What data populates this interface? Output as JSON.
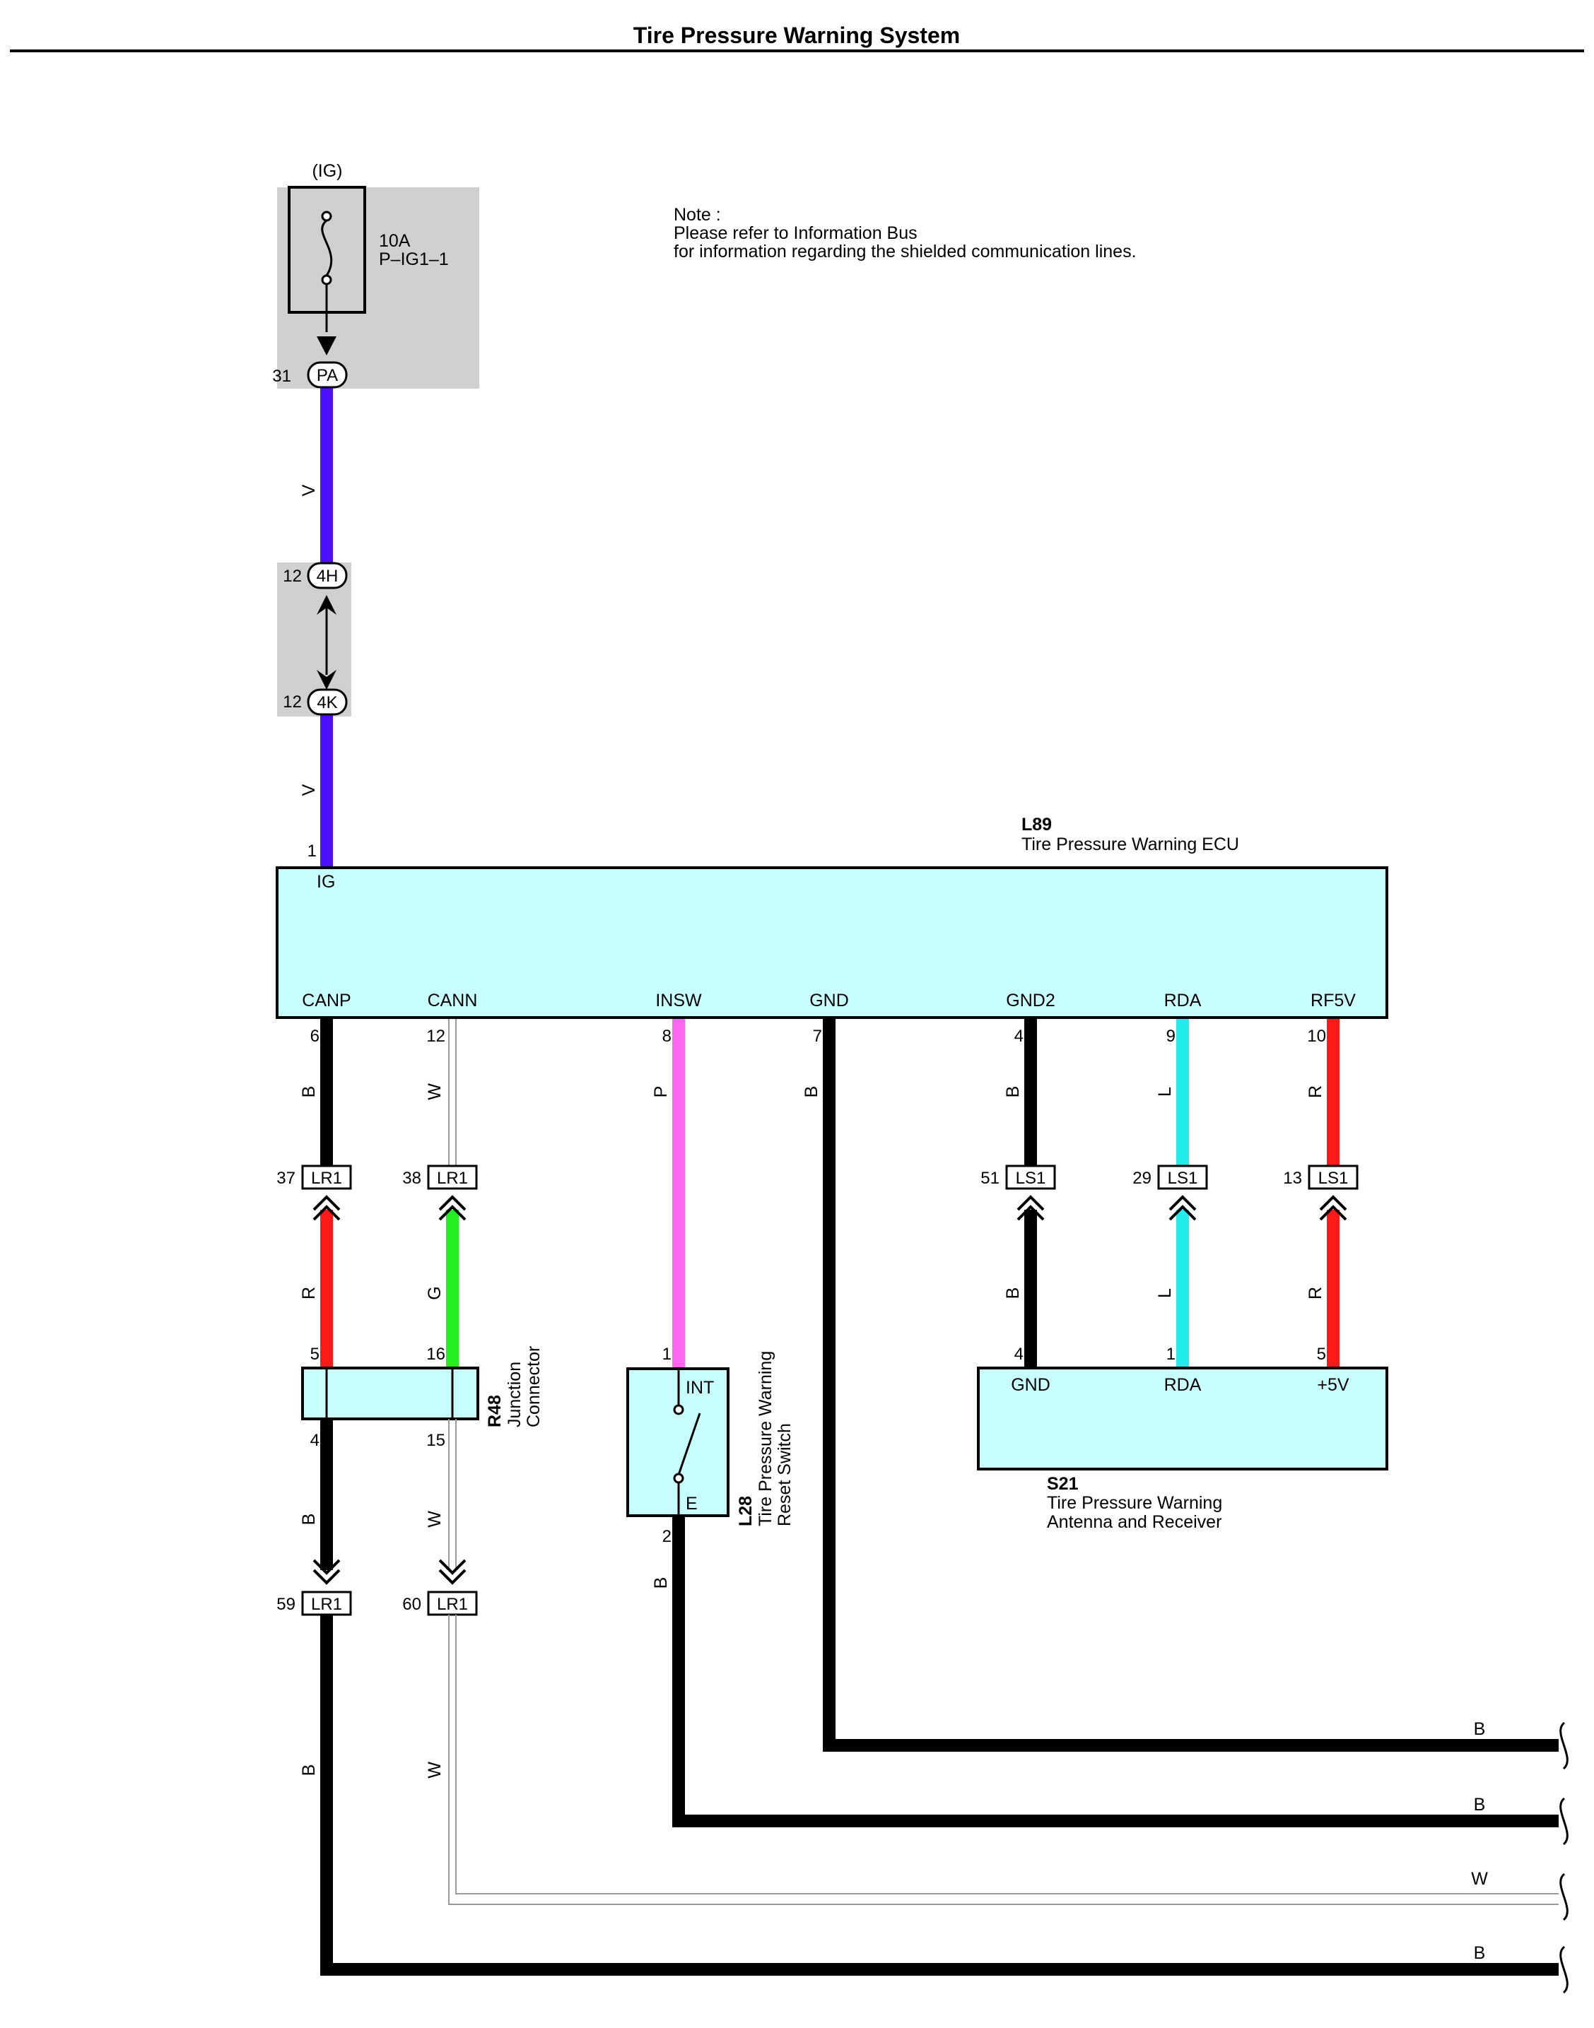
{
  "title": "Tire Pressure Warning System",
  "note": {
    "line1": "Note :",
    "line2": "Please refer to Information Bus",
    "line3": "for information regarding the shielded communication lines."
  },
  "fuse": {
    "supply": "(IG)",
    "rating": "10A",
    "name": "P–IG1–1",
    "pin": "31",
    "connector": "PA"
  },
  "jc": {
    "top_pin": "12",
    "top_connector": "4H",
    "bottom_pin": "12",
    "bottom_connector": "4K"
  },
  "ecu": {
    "code": "L89",
    "name": "Tire Pressure Warning ECU",
    "ig_pin": "1",
    "ig_label": "IG",
    "terminals": [
      {
        "label": "CANP",
        "pin": "6"
      },
      {
        "label": "CANN",
        "pin": "12"
      },
      {
        "label": "INSW",
        "pin": "8"
      },
      {
        "label": "GND",
        "pin": "7"
      },
      {
        "label": "GND2",
        "pin": "4"
      },
      {
        "label": "RDA",
        "pin": "9"
      },
      {
        "label": "RF5V",
        "pin": "10"
      }
    ]
  },
  "wire_colors": {
    "v1": "V",
    "v2": "V",
    "canp_top": "B",
    "cann_top": "W",
    "insw": "P",
    "gnd": "B",
    "gnd2_top": "B",
    "rda_top": "L",
    "rf5v_top": "R",
    "canp_mid": "R",
    "cann_mid": "G",
    "gnd2_bot": "B",
    "rda_bot": "L",
    "rf5v_bot": "R",
    "canp_low": "B",
    "cann_low": "W",
    "switch_gnd": "B",
    "canp_end": "B",
    "cann_end": "W",
    "right_1": "B",
    "right_2": "B",
    "right_3": "W",
    "right_4": "B"
  },
  "connectors_mid": [
    {
      "pin": "37",
      "name": "LR1"
    },
    {
      "pin": "38",
      "name": "LR1"
    },
    {
      "pin": "51",
      "name": "LS1"
    },
    {
      "pin": "29",
      "name": "LS1"
    },
    {
      "pin": "13",
      "name": "LS1"
    }
  ],
  "connectors_low": [
    {
      "pin": "59",
      "name": "LR1"
    },
    {
      "pin": "60",
      "name": "LR1"
    }
  ],
  "junction_connector": {
    "code": "R48",
    "line1": "Junction",
    "line2": "Connector",
    "pin_tl": "5",
    "pin_tr": "16",
    "pin_bl": "4",
    "pin_br": "15"
  },
  "switch": {
    "code": "L28",
    "line1": "Tire Pressure Warning",
    "line2": "Reset Switch",
    "pin_top": "1",
    "label_top": "INT",
    "pin_bottom": "2",
    "label_bottom": "E"
  },
  "receiver": {
    "code": "S21",
    "line1": "Tire Pressure Warning",
    "line2": "Antenna and Receiver",
    "terminals": [
      {
        "label": "GND",
        "pin": "4"
      },
      {
        "label": "RDA",
        "pin": "1"
      },
      {
        "label": "+5V",
        "pin": "5"
      }
    ]
  },
  "colors": {
    "violet": "#4a10ff",
    "black": "#000000",
    "white_wire": "#9a9a9a",
    "pink": "#ff66ee",
    "cyan": "#22ecec",
    "red": "#ff1a1a",
    "green": "#22ee22",
    "component_fill": "#c8ffff",
    "shade": "#d0d0d0"
  }
}
